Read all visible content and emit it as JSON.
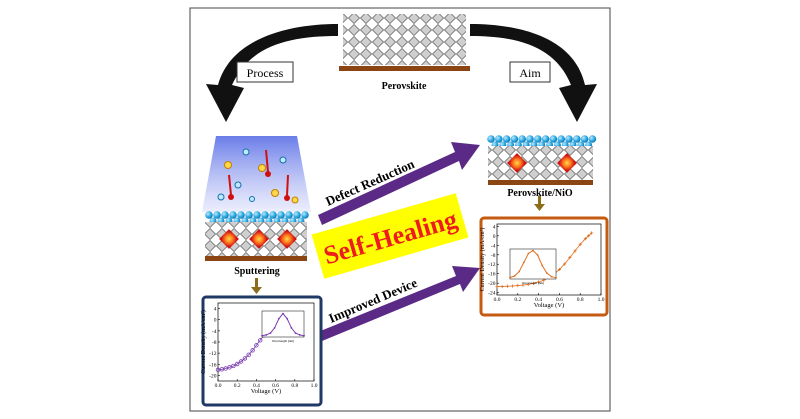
{
  "labels": {
    "process": "Process",
    "aim": "Aim",
    "perovskite": "Perovskite",
    "perovskite_nio": "Perovskite/NiO",
    "sputtering": "Sputtering",
    "defect_reduction": "Defect Reduction",
    "improved_device": "Improved Device",
    "self_healing": "Self-Healing"
  },
  "colors": {
    "border": "#444444",
    "substrate": "#8b4513",
    "arrow_purple": "#5b2a86",
    "self_healing_bg": "#ffff00",
    "self_healing_text": "#ee1c1c",
    "nio_sphere": "#2aa8e0",
    "defect_red": "#e03010",
    "plume": "#6f7fe8",
    "left_plot_frame": "#1f3864",
    "right_plot_frame": "#c55a11",
    "left_curve": "#7a3db0",
    "right_curve": "#e07020"
  },
  "chart_data": [
    {
      "type": "line",
      "name_panel": "left-jv-plot",
      "xlabel": "Voltage (V)",
      "ylabel": "Current Density (mA/cm²)",
      "xticks": [
        "0.0",
        "0.2",
        "0.4",
        "0.6",
        "0.8",
        "1.0"
      ],
      "yticks": [
        "-20",
        "-16",
        "-12",
        "-8",
        "-4",
        "0",
        "4"
      ],
      "xlim": [
        0,
        1.0
      ],
      "ylim": [
        -22,
        6
      ],
      "series": [
        {
          "x": [
            0,
            0.04,
            0.08,
            0.12,
            0.16,
            0.2,
            0.24,
            0.28,
            0.32,
            0.36,
            0.4,
            0.44,
            0.48,
            0.52,
            0.56,
            0.6,
            0.62
          ],
          "y": [
            -18.0,
            -17.8,
            -17.5,
            -17.1,
            -16.6,
            -15.9,
            -15.0,
            -13.9,
            -12.6,
            -11.0,
            -9.2,
            -7.4,
            -5.6,
            -4.0,
            -2.4,
            -0.8,
            0.0
          ]
        }
      ],
      "inset": {
        "xlabel": "Wavelength (nm)",
        "curve_x": [
          0,
          0.1,
          0.2,
          0.3,
          0.4,
          0.5,
          0.6,
          0.7,
          0.8,
          0.9,
          1.0
        ],
        "curve_y": [
          0.05,
          0.08,
          0.15,
          0.35,
          0.7,
          0.9,
          0.7,
          0.35,
          0.15,
          0.08,
          0.05
        ]
      }
    },
    {
      "type": "line",
      "name_panel": "right-jv-plot",
      "xlabel": "Voltage (V)",
      "ylabel": "Current Density (mA/cm²)",
      "xticks": [
        "0.0",
        "0.2",
        "0.4",
        "0.6",
        "0.8",
        "1.0"
      ],
      "yticks": [
        "-24",
        "-20",
        "-16",
        "-12",
        "-8",
        "-4",
        "0",
        "4"
      ],
      "xlim": [
        0,
        1.0
      ],
      "ylim": [
        -25,
        5
      ],
      "series": [
        {
          "x": [
            0,
            0.05,
            0.1,
            0.15,
            0.2,
            0.25,
            0.3,
            0.35,
            0.4,
            0.45,
            0.5,
            0.55,
            0.6,
            0.65,
            0.7,
            0.75,
            0.8,
            0.85,
            0.88,
            0.91
          ],
          "y": [
            -21.5,
            -21.4,
            -21.3,
            -21.2,
            -21.0,
            -20.8,
            -20.5,
            -20.1,
            -19.5,
            -18.7,
            -17.6,
            -16.1,
            -14.2,
            -11.9,
            -9.2,
            -6.4,
            -3.6,
            -1.2,
            0,
            1.2
          ]
        }
      ],
      "inset": {
        "xlabel": "Wavelength (nm)",
        "curve_x": [
          0,
          0.1,
          0.2,
          0.3,
          0.4,
          0.5,
          0.6,
          0.7,
          0.8,
          0.9,
          1.0
        ],
        "curve_y": [
          0.05,
          0.1,
          0.25,
          0.55,
          0.85,
          0.95,
          0.8,
          0.45,
          0.2,
          0.08,
          0.04
        ]
      }
    }
  ]
}
